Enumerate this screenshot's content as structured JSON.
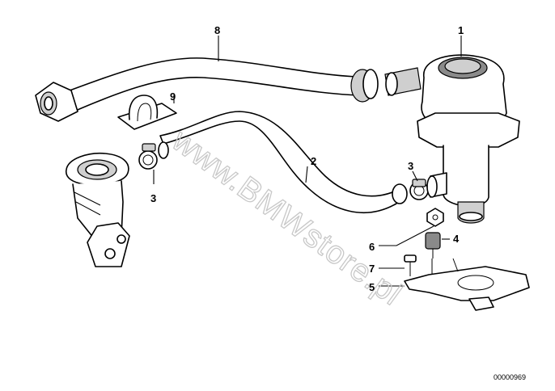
{
  "diagram": {
    "doc_id": "00000969",
    "watermark": "www.BMWstore.pl",
    "callouts": {
      "c1": "1",
      "c2": "2",
      "c3a": "3",
      "c3b": "3",
      "c4": "4",
      "c5": "5",
      "c6": "6",
      "c7": "7",
      "c8": "8",
      "c9": "9"
    }
  }
}
